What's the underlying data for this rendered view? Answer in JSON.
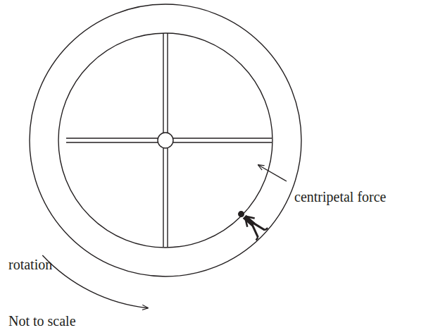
{
  "diagram": {
    "labels": [
      "centripetal force",
      "rotation",
      "Not to scale"
    ]
  }
}
